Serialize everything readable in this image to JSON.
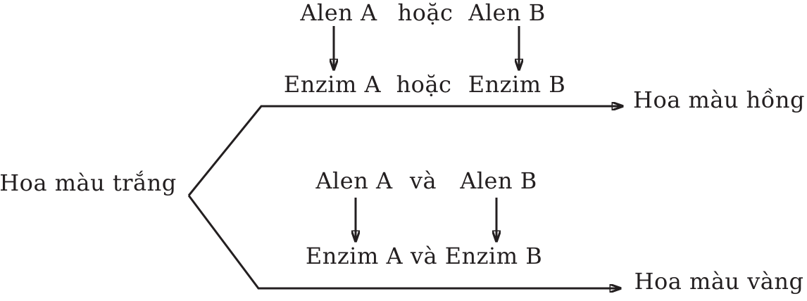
{
  "colors": {
    "ink": "#231f20",
    "background": "#ffffff"
  },
  "diagram": {
    "source_label": "Hoa màu trắng",
    "branch_top": {
      "allele_a": "Alen A",
      "alleles_connector": "hoặc",
      "allele_b": "Alen B",
      "enzyme_a": "Enzim A",
      "enzymes_connector": "hoặc",
      "enzyme_b": "Enzim B",
      "result_label": "Hoa màu hồng"
    },
    "branch_bottom": {
      "allele_a": "Alen A",
      "alleles_connector": "và",
      "allele_b": "Alen B",
      "enzyme_a": "Enzim A",
      "enzymes_connector": "và",
      "enzyme_b": "Enzim B",
      "result_label": "Hoa màu vàng"
    }
  }
}
